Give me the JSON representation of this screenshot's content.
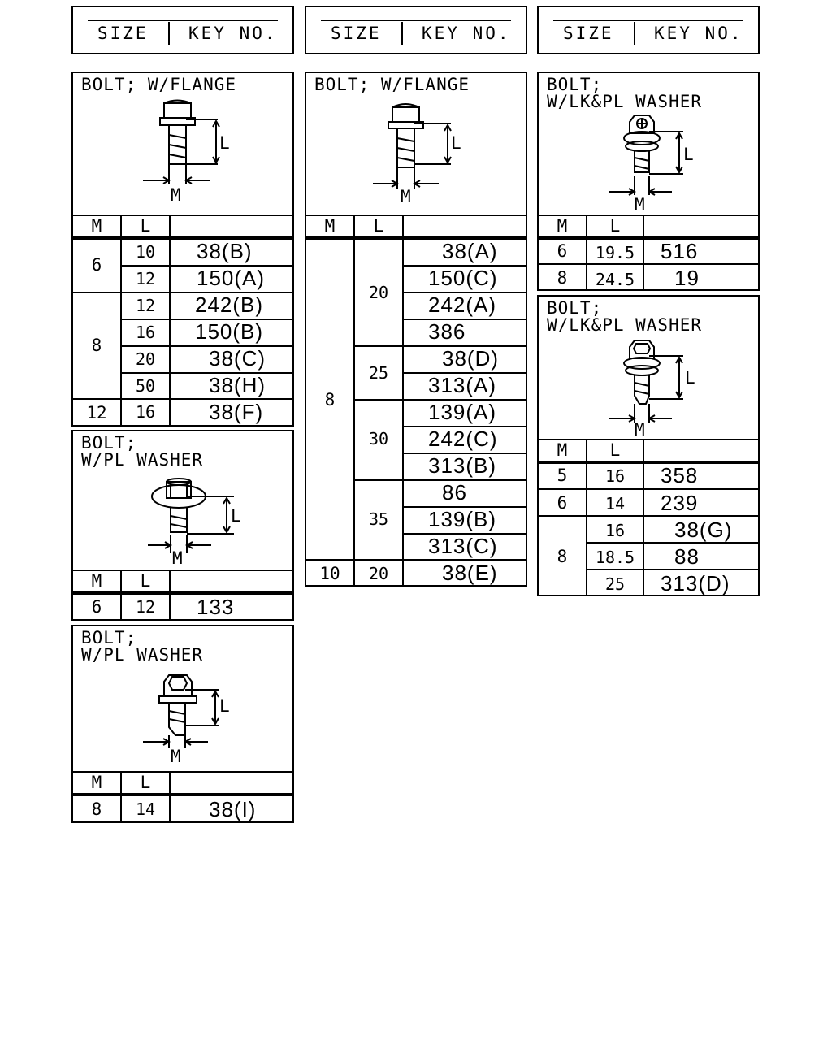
{
  "header": {
    "size_label": "SIZE",
    "key_label": "KEY NO."
  },
  "table_head": {
    "m": "M",
    "l": "L"
  },
  "dim": {
    "m": "M",
    "l": "L"
  },
  "p1": {
    "title": "BOLT; W/FLANGE",
    "rows": [
      {
        "m": "6",
        "l": "10",
        "key": "38(B)"
      },
      {
        "l": "12",
        "key": "150(A)"
      },
      {
        "m": "8",
        "l": "12",
        "key": "242(B)"
      },
      {
        "l": "16",
        "key": "150(B)"
      },
      {
        "l": "20",
        "key": "38(C)"
      },
      {
        "l": "50",
        "key": "38(H)"
      },
      {
        "m": "12",
        "l": "16",
        "key": "38(F)"
      }
    ]
  },
  "p2": {
    "title": "BOLT;\nW/PL WASHER",
    "rows": [
      {
        "m": "6",
        "l": "12",
        "key": "133"
      }
    ]
  },
  "p3": {
    "title": "BOLT;\nW/PL WASHER",
    "rows": [
      {
        "m": "8",
        "l": "14",
        "key": "38(I)"
      }
    ]
  },
  "p4": {
    "title": "BOLT; W/FLANGE",
    "rows": [
      {
        "m": "8",
        "l": "20",
        "key": "38(A)"
      },
      {
        "key": "150(C)"
      },
      {
        "key": "242(A)"
      },
      {
        "key": "386"
      },
      {
        "l": "25",
        "key": "38(D)"
      },
      {
        "key": "313(A)"
      },
      {
        "l": "30",
        "key": "139(A)"
      },
      {
        "key": "242(C)"
      },
      {
        "key": "313(B)"
      },
      {
        "l": "35",
        "key": "86"
      },
      {
        "key": "139(B)"
      },
      {
        "key": "313(C)"
      },
      {
        "m": "10",
        "l": "20",
        "key": "38(E)"
      }
    ]
  },
  "p5": {
    "title": "BOLT;\nW/LK&PL WASHER",
    "rows": [
      {
        "m": "6",
        "l": "19.5",
        "key": "516"
      },
      {
        "m": "8",
        "l": "24.5",
        "key": "19"
      }
    ]
  },
  "p6": {
    "title": "BOLT;\nW/LK&PL WASHER",
    "rows": [
      {
        "m": "5",
        "l": "16",
        "key": "358"
      },
      {
        "m": "6",
        "l": "14",
        "key": "239"
      },
      {
        "m": "8",
        "l": "16",
        "key": "38(G)"
      },
      {
        "l": "18.5",
        "key": "88"
      },
      {
        "l": "25",
        "key": "313(D)"
      }
    ]
  }
}
